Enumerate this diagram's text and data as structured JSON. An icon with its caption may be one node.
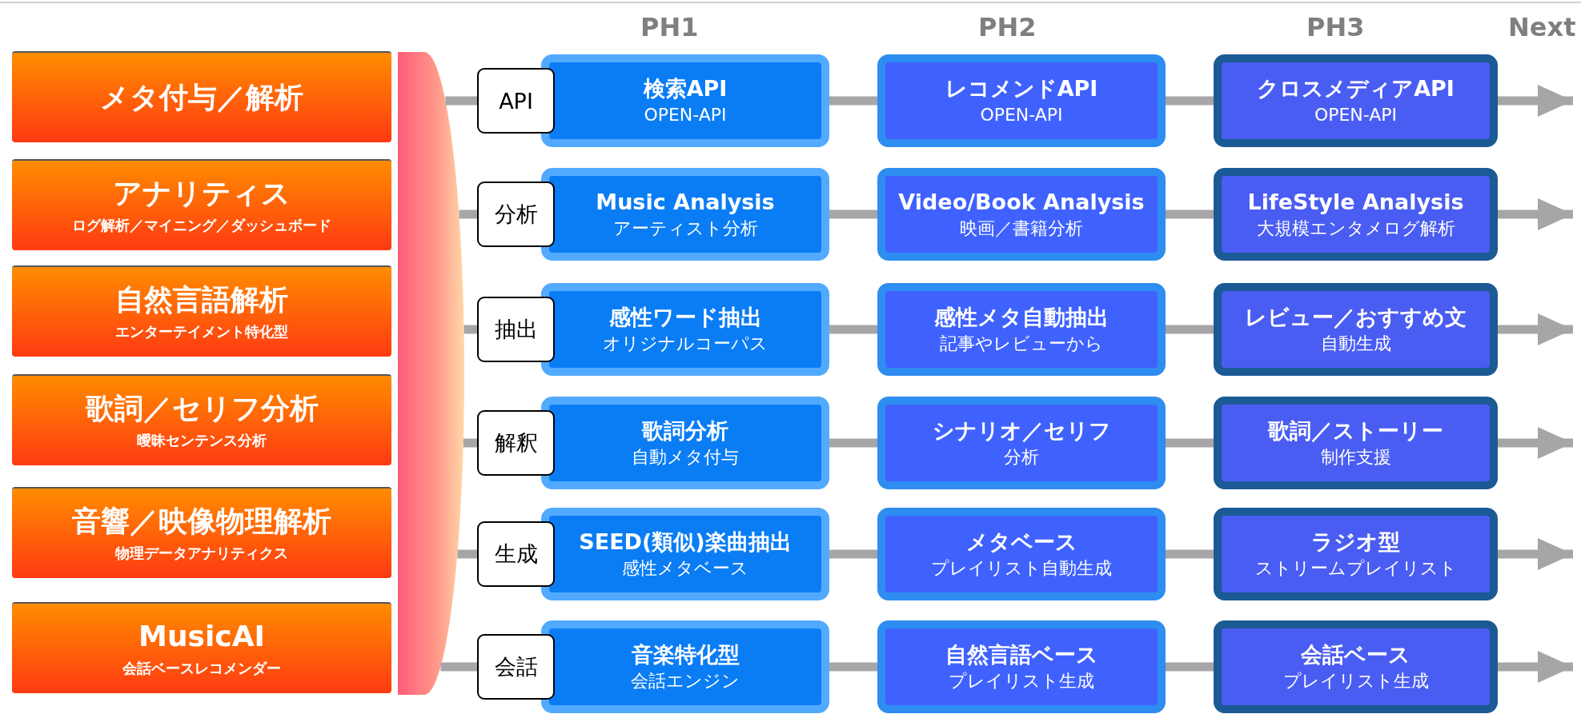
{
  "diagram": {
    "nodes": [
      {
        "text": [
          "メタ付与／解析"
        ]
      },
      {
        "text": [
          "アナリティス",
          "ログ解析／マイニング／ダッシュボード"
        ]
      },
      {
        "text": [
          "自然言語解析",
          "エンターテイメント特化型"
        ]
      },
      {
        "text": [
          "歌詞／セリフ分析",
          "曖昧センテンス分析"
        ]
      },
      {
        "text": [
          "音響／映像物理解析",
          "物理データアナリティクス"
        ]
      },
      {
        "text": [
          "MusicAI",
          "会話ベースレコメンダー"
        ]
      },
      {
        "text": [],
        "shape": "bar"
      },
      {
        "text": [
          "API"
        ]
      },
      {
        "text": [
          "検索API",
          "OPEN-API"
        ]
      },
      {
        "text": [
          "レコメンドAPI",
          "OPEN-API"
        ]
      },
      {
        "text": [
          "クロスメディアAPI",
          "OPEN-API"
        ]
      },
      {
        "text": [
          "分析"
        ]
      },
      {
        "text": [
          "Music Analysis",
          "アーティスト分析"
        ]
      },
      {
        "text": [
          "Video/Book Analysis",
          "映画／書籍分析"
        ]
      },
      {
        "text": [
          "LifeStyle Analysis",
          "大規模エンタメログ解析"
        ]
      },
      {
        "text": [
          "抽出"
        ]
      },
      {
        "text": [
          "感性ワード抽出",
          "オリジナルコーパス"
        ]
      },
      {
        "text": [
          "感性メタ自動抽出",
          "記事やレビューから"
        ]
      },
      {
        "text": [
          "レビュー／おすすめ文",
          "自動生成"
        ]
      },
      {
        "text": [
          "解釈"
        ]
      },
      {
        "text": [
          "歌詞分析",
          "自動メタ付与"
        ]
      },
      {
        "text": [
          "シナリオ／セリフ",
          "分析"
        ]
      },
      {
        "text": [
          "歌詞／ストーリー",
          "制作支援"
        ]
      },
      {
        "text": [
          "生成"
        ]
      },
      {
        "text": [
          "SEED(類似)楽曲抽出",
          "感性メタベース"
        ]
      },
      {
        "text": [
          "メタベース",
          "プレイリスト自動生成"
        ]
      },
      {
        "text": [
          "ラジオ型",
          "ストリームプレイリスト"
        ]
      },
      {
        "text": [
          "会話"
        ]
      },
      {
        "text": [
          "音楽特化型",
          "会話エンジン"
        ]
      },
      {
        "text": [
          "自然言語ベース",
          "プレイリスト生成"
        ]
      },
      {
        "text": [
          "会話ベース",
          "プレイリスト生成"
        ]
      }
    ],
    "edges": [
      {
        "from": 6,
        "to": 7,
        "arrow": "none"
      },
      {
        "from": 8,
        "to": 9,
        "arrow": "none"
      },
      {
        "from": 9,
        "to": 10,
        "arrow": "none"
      },
      {
        "from": 10,
        "to": null,
        "arrow": "to"
      },
      {
        "from": 6,
        "to": 11,
        "arrow": "none"
      },
      {
        "from": 12,
        "to": 13,
        "arrow": "none"
      },
      {
        "from": 13,
        "to": 14,
        "arrow": "none"
      },
      {
        "from": 14,
        "to": null,
        "arrow": "to"
      },
      {
        "from": 6,
        "to": 15,
        "arrow": "none"
      },
      {
        "from": 16,
        "to": 17,
        "arrow": "none"
      },
      {
        "from": 17,
        "to": 18,
        "arrow": "none"
      },
      {
        "from": 18,
        "to": null,
        "arrow": "to"
      },
      {
        "from": 6,
        "to": 19,
        "arrow": "none"
      },
      {
        "from": 20,
        "to": 21,
        "arrow": "none"
      },
      {
        "from": 21,
        "to": 22,
        "arrow": "none"
      },
      {
        "from": 22,
        "to": null,
        "arrow": "to"
      },
      {
        "from": 6,
        "to": 23,
        "arrow": "none"
      },
      {
        "from": 24,
        "to": 25,
        "arrow": "none"
      },
      {
        "from": 25,
        "to": 26,
        "arrow": "none"
      },
      {
        "from": 26,
        "to": null,
        "arrow": "to"
      },
      {
        "from": 6,
        "to": 27,
        "arrow": "none"
      },
      {
        "from": 28,
        "to": 29,
        "arrow": "none"
      },
      {
        "from": 29,
        "to": 30,
        "arrow": "none"
      },
      {
        "from": 30,
        "to": null,
        "arrow": "to"
      }
    ],
    "labels": [
      "PH1",
      "PH2",
      "PH3",
      "Next"
    ]
  }
}
